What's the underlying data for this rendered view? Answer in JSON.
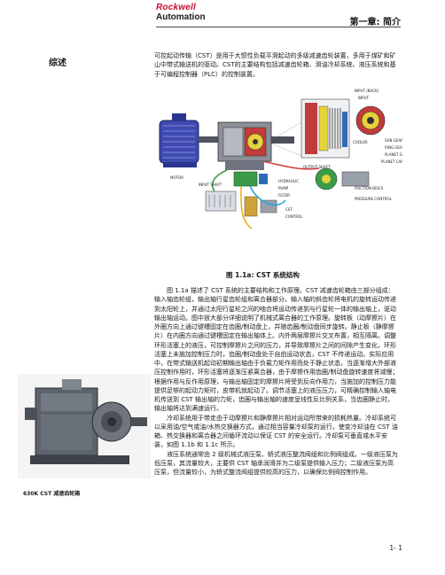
{
  "header": {
    "logo_line1": "Rockwell",
    "logo_line2": "Automation",
    "chapter": "第一章: 简介"
  },
  "section_title": "综述",
  "intro_text": "可控起动传输（CST）是用于大惯性负载平滑起动的多级减速齿轮装置，多用于煤矿和矿山中带式输送机的驱动。CST的主要结构包括减速齿轮箱、滑油冷却系统、液压系统和基于可编程控制器（PLC）的控制装置。",
  "figure1": {
    "caption": "图 1.1a: CST 系统结构",
    "labels": [
      "INPUT (BACK)",
      "INPUT",
      "COOLER",
      "SUN GEAR",
      "RING GEAR",
      "PLANET GEAR",
      "PLANET CARRIER",
      "FRICTION DISCS",
      "PRESSURE CONTROL",
      "HYDRAULIC",
      "PUMP",
      "FILTER",
      "MOTOR",
      "INPUT SHAFT",
      "OUTPUT SHAFT",
      "CST",
      "CONTROL"
    ]
  },
  "body_paragraphs": [
    "图 1.1a 描述了 CST 系统的主要结构和工作原理。CST 减速齿轮箱由三部分组成：输入轴齿轮组，输出轴行星齿轮组和离合器部分。输入轴的斜齿轮将电机的旋转运动传递到太阳轮上，并通过太阳行星轮之间的啮合将运动传递到与行星轮一体的输出轴上，驱动输出轴运动。图中放大部分详细说明了机械式离合器的工作原理。旋转板（动摩擦片）在外圈方向上通过键槽固定在齿圈/制动盘上，并随齿圈/制动盘同步旋转。静止板（静摩擦片）在内圈方向通过键槽固定在输出轴体上。内外两层摩擦片交叉布置，相互隔离。调整环形活塞上的液压，可控制摩擦片之间的压力，并导致摩擦片之间的间隙产生变化，环形活塞上未施加控制压力时，齿圈/制动盘处于自由运动状态，CST 不传递运动。实际应用中，在带式输送机起动初期输出轴由于负载力矩作用而处于静止状态，当逐渐增大外部液压控制作用时，环形活塞将逐渐压紧离合器，由于摩擦作用齿圈/制动盘旋转速度将减慢；根据作用与反作用原理，与输出轴固定的摩擦片将受到反向作用力，当施加的控制压力能提供足够的起动力矩时，皮带机就起动了。调节活塞上的液压压力，可精确控制输入轴电机传送到 CST 输出轴的力矩，齿圈与输出轴的速度呈线性反比例关系，当齿圈静止时，输出轴将达到满速运行。",
    "冷却系统用于带走由于动摩擦片和静摩擦片相对运动所带来的损耗热量。冷却系统可以采用油/空气或油/水热交换器方式，通过相当容量冷却泵的运行，使变冷却油在 CST 油箱、热交换器和离合器之间循环流动以保证 CST 的安全运行。冷却泵可垂直或水平安装，如图 1.1b 和 1.1c 所示。",
    "液压系统通常由 2 级机械式液压泵、轿式液压整流阀组和比例阀组成。一级液压泵为低压泵，其流量较大，主要供 CST 轴承润滑并为二级泵提供输入压力；二级液压泵为高压泵，但流量较小，为轿式整流阀组提供较高的压力，以确保比例阀控制作用。"
  ],
  "figure2": {
    "caption": "630K CST 减速齿轮箱"
  },
  "page_number": "1- 1"
}
